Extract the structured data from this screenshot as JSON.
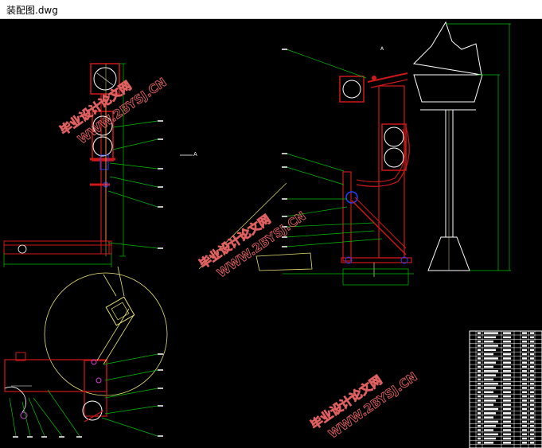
{
  "window": {
    "title": "装配图.dwg"
  },
  "colors": {
    "background": "#000000",
    "red": "#d01818",
    "green": "#00c000",
    "yellow": "#e8e070",
    "white": "#ffffff",
    "blue": "#2040ff",
    "magenta": "#d040d0"
  },
  "watermarks": [
    {
      "line1": "毕业设计论文网",
      "line2": "WWW.2BYSJ.CN"
    },
    {
      "line1": "毕业设计论文网",
      "line2": "WWW.2BYSJ.CN"
    },
    {
      "line1": "毕业设计论文网",
      "line2": "WWW.2BYSJ.CN"
    }
  ],
  "drawing_labels": {
    "a_left": "A",
    "a_top": "A"
  }
}
